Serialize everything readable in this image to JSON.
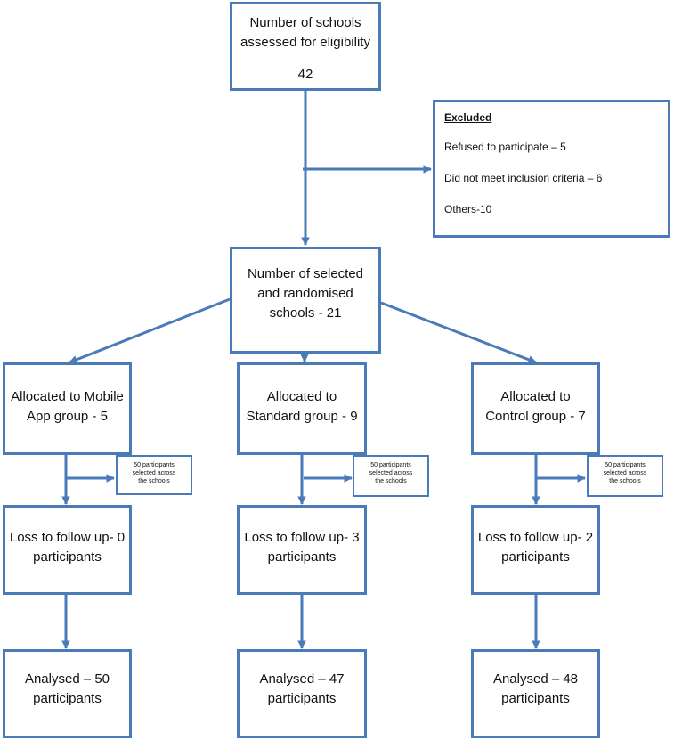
{
  "colors": {
    "box_border": "#4a7ab8",
    "arrow": "#4a7ab8",
    "text": "#111111"
  },
  "assessed": {
    "lines": [
      "Number of schools",
      "assessed for eligibility",
      "42"
    ]
  },
  "excluded": {
    "title": "Excluded",
    "items": [
      "Refused to participate – 5",
      "Did not meet inclusion criteria – 6",
      "Others-10"
    ]
  },
  "randomised": {
    "lines": [
      "Number of selected",
      "and randomised",
      "schools - 21"
    ]
  },
  "groups": [
    {
      "allocated": [
        "Allocated to Mobile",
        "App group - 5"
      ],
      "selected": [
        "50 participants",
        "selected across",
        "the schools"
      ],
      "loss": [
        "Loss to follow up- 0",
        "participants"
      ],
      "analysed": [
        "Analysed – 50",
        "participants"
      ]
    },
    {
      "allocated": [
        "Allocated to",
        "Standard group - 9"
      ],
      "selected": [
        "50 participants",
        "selected across",
        "the schools"
      ],
      "loss": [
        "Loss to follow up- 3",
        "participants"
      ],
      "analysed": [
        "Analysed – 47",
        "participants"
      ]
    },
    {
      "allocated": [
        "Allocated to",
        "Control group - 7"
      ],
      "selected": [
        "50 participants",
        "selected across",
        "the schools"
      ],
      "loss": [
        "Loss to follow up- 2",
        "participants"
      ],
      "analysed": [
        "Analysed – 48",
        "participants"
      ]
    }
  ]
}
